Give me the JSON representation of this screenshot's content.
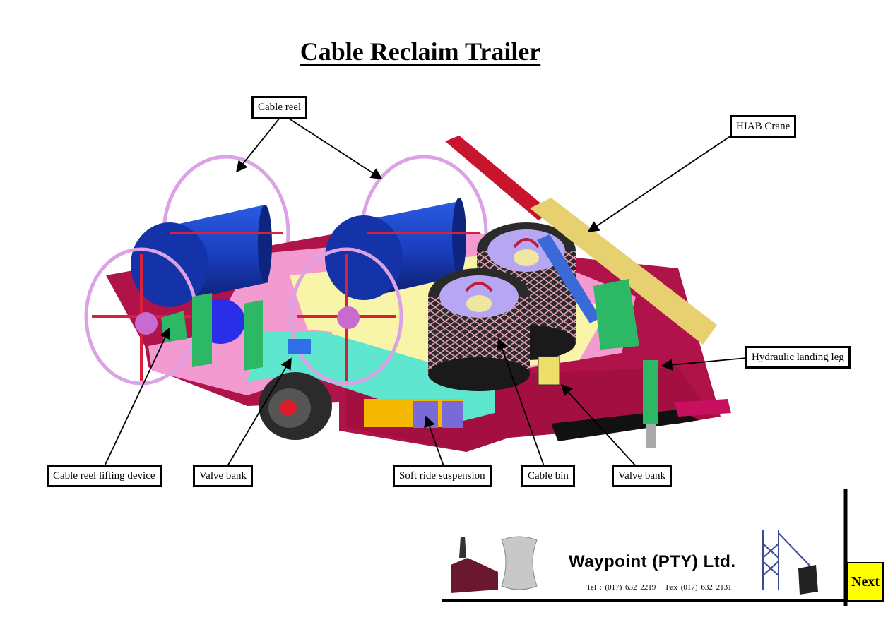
{
  "title": "Cable Reclaim Trailer",
  "labels": {
    "cable_reel": "Cable reel",
    "hiab_crane": "HIAB Crane",
    "hydraulic_landing_leg": "Hydraulic landing leg",
    "cable_reel_lifting_device": "Cable reel lifting  device",
    "valve_bank_left": "Valve bank",
    "soft_ride_suspension": "Soft ride suspension",
    "cable_bin": "Cable bin",
    "valve_bank_right": "Valve bank"
  },
  "footer": {
    "company": "Waypoint (PTY) Ltd.",
    "contact": "Tel : (017) 632 2219   Fax (017) 632 2131"
  },
  "nav": {
    "next": "Next"
  },
  "colors": {
    "frame_crimson": "#b0124a",
    "deck_pink": "#f39ad0",
    "deck_yellow": "#f8f4a8",
    "reel_blue": "#1a3fbf",
    "reel_rim": "#dba3e6",
    "crane_red": "#c8142c",
    "crane_tan": "#e6d070",
    "cyan_beam": "#5fe6cf",
    "green_bracket": "#2db866",
    "next_yellow": "#ffff00"
  }
}
